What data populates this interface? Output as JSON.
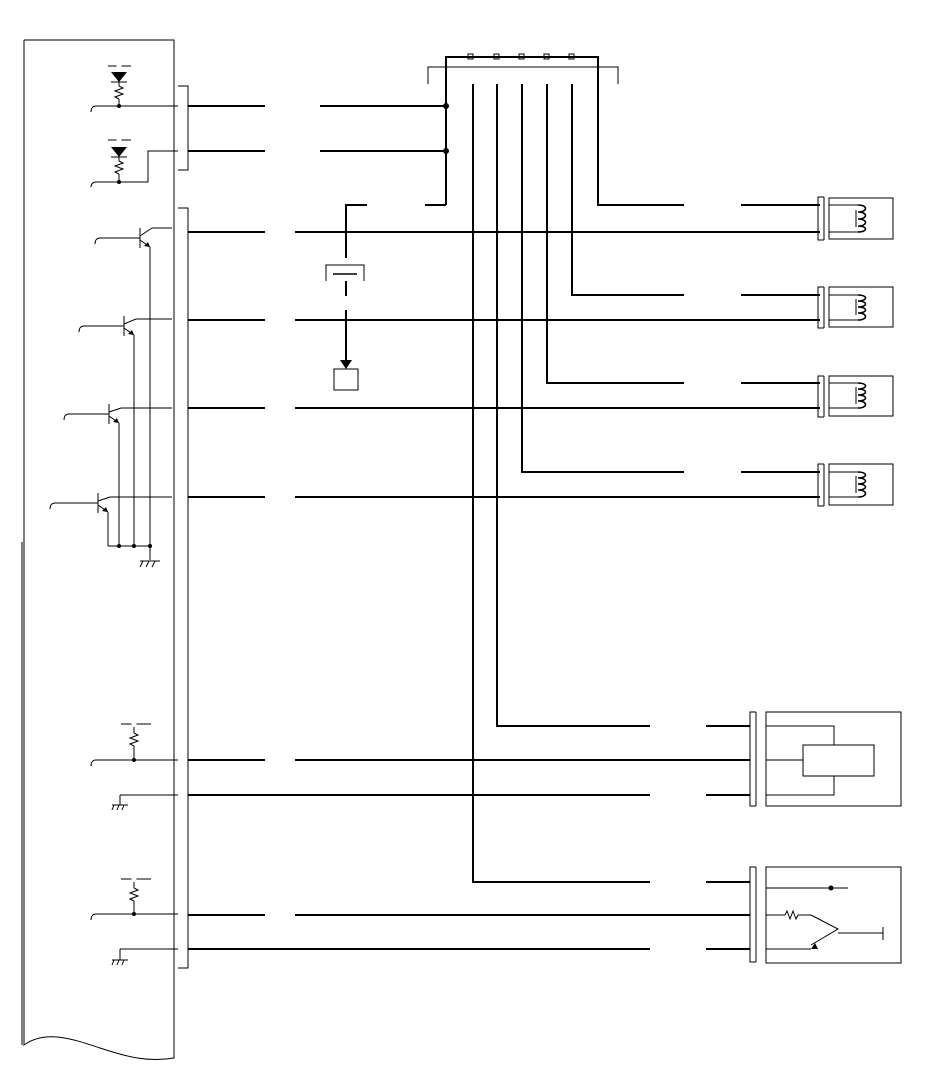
{
  "diagram": {
    "type": "wiring-schematic",
    "colors": {
      "line": "#000000",
      "background": "#ffffff"
    },
    "components": [
      {
        "name": "control-module",
        "kind": "ecu-block"
      },
      {
        "name": "input-diode-1",
        "kind": "diode-with-resistor"
      },
      {
        "name": "input-diode-2",
        "kind": "diode-with-resistor"
      },
      {
        "name": "driver-transistor-1",
        "kind": "npn-transistor"
      },
      {
        "name": "driver-transistor-2",
        "kind": "npn-transistor"
      },
      {
        "name": "driver-transistor-3",
        "kind": "npn-transistor"
      },
      {
        "name": "driver-transistor-4",
        "kind": "npn-transistor"
      },
      {
        "name": "power-relay",
        "kind": "relay-connector"
      },
      {
        "name": "fuse",
        "kind": "fuse"
      },
      {
        "name": "battery",
        "kind": "box"
      },
      {
        "name": "injector-1",
        "kind": "coil"
      },
      {
        "name": "injector-2",
        "kind": "coil"
      },
      {
        "name": "injector-3",
        "kind": "coil"
      },
      {
        "name": "injector-4",
        "kind": "coil"
      },
      {
        "name": "sensor-1",
        "kind": "sensor-box"
      },
      {
        "name": "sensor-2",
        "kind": "hall-sensor"
      }
    ]
  }
}
